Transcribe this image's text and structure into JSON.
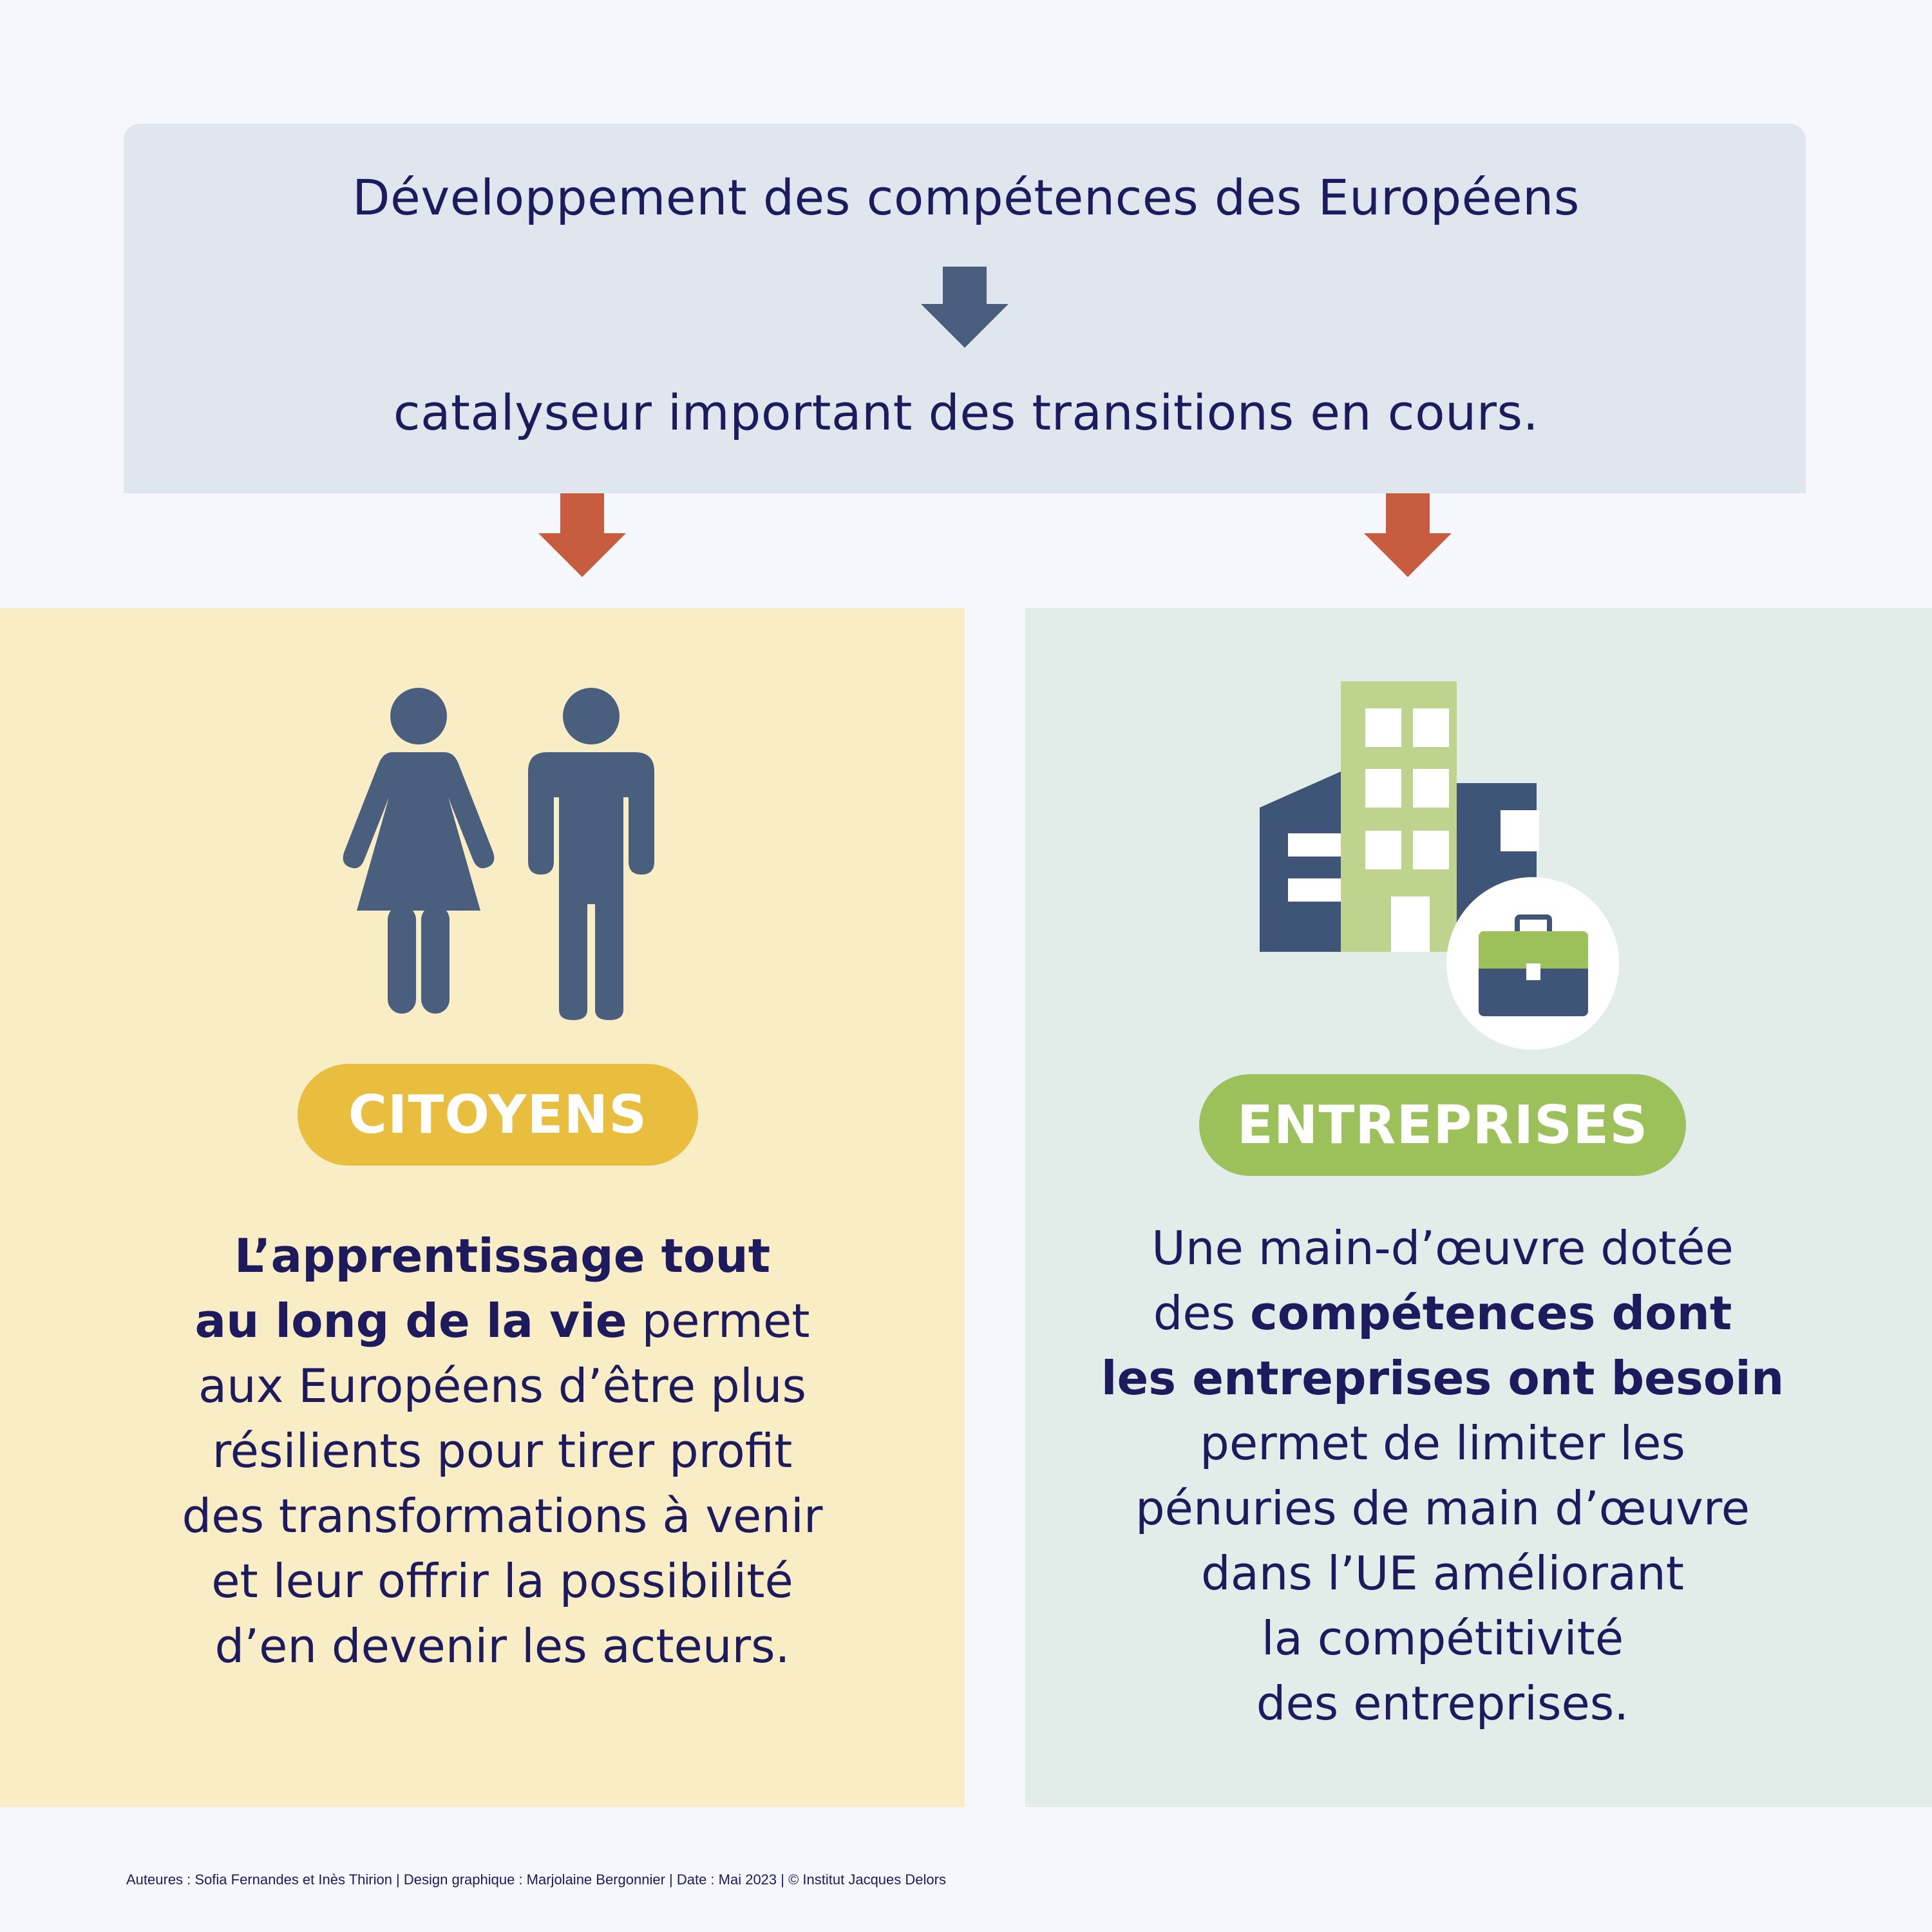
{
  "header": {
    "line1": "Développement des compétences des Européens",
    "line2": "catalyseur important des transitions en cours."
  },
  "citizens": {
    "icon": "people-icon",
    "label": "CITOYENS",
    "text_lines": [
      [
        {
          "t": "L’apprentissage tout",
          "b": true
        }
      ],
      [
        {
          "t": "au long de la vie",
          "b": true
        },
        {
          "t": " permet",
          "b": false
        }
      ],
      [
        {
          "t": "aux Européens d’être plus",
          "b": false
        }
      ],
      [
        {
          "t": "résilients pour tirer profit",
          "b": false
        }
      ],
      [
        {
          "t": "des transformations à venir",
          "b": false
        }
      ],
      [
        {
          "t": "et leur offrir la possibilité",
          "b": false
        }
      ],
      [
        {
          "t": "d’en devenir les acteurs.",
          "b": false
        }
      ]
    ]
  },
  "companies": {
    "icon": "buildings-briefcase-icon",
    "label": "ENTREPRISES",
    "text_lines": [
      [
        {
          "t": "Une main-d’œuvre dotée",
          "b": false
        }
      ],
      [
        {
          "t": "des ",
          "b": false
        },
        {
          "t": "compétences dont",
          "b": true
        }
      ],
      [
        {
          "t": "les entreprises ont besoin",
          "b": true
        }
      ],
      [
        {
          "t": "permet de limiter les",
          "b": false
        }
      ],
      [
        {
          "t": "pénuries de main d’œuvre",
          "b": false
        }
      ],
      [
        {
          "t": "dans l’UE améliorant",
          "b": false
        }
      ],
      [
        {
          "t": "la compétitivité",
          "b": false
        }
      ],
      [
        {
          "t": "des entreprises.",
          "b": false
        }
      ]
    ]
  },
  "footer": {
    "credits": "Auteures : Sofia Fernandes et Inès Thirion  |  Design graphique : Marjolaine Bergonnier  |  Date : Mai 2023  |  © Institut Jacques Delors"
  },
  "colors": {
    "navy_text": "#1d1b5e",
    "slate_icon": "#4a5f7d",
    "orange_arrow": "#c75c3f",
    "yellow_pill": "#e9bd3e",
    "green_pill": "#9dc15a",
    "yellow_panel": "#f8edc4",
    "mint_panel": "#e2ede9",
    "header_box": "#dfe6ee"
  }
}
